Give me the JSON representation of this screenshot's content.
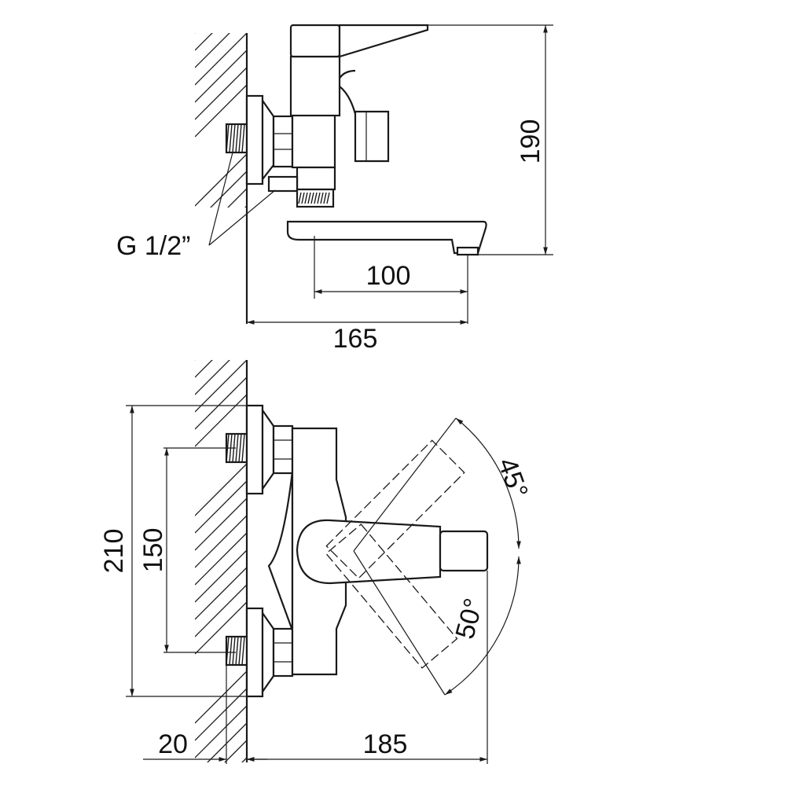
{
  "dimensions": {
    "thread_label": "G 1/2”",
    "side_height": "190",
    "spout_reach": "100",
    "side_depth": "165",
    "front_height": "210",
    "inlet_spacing": "150",
    "wall_offset": "20",
    "front_depth": "185",
    "angle_up": "45°",
    "angle_down": "50°"
  }
}
